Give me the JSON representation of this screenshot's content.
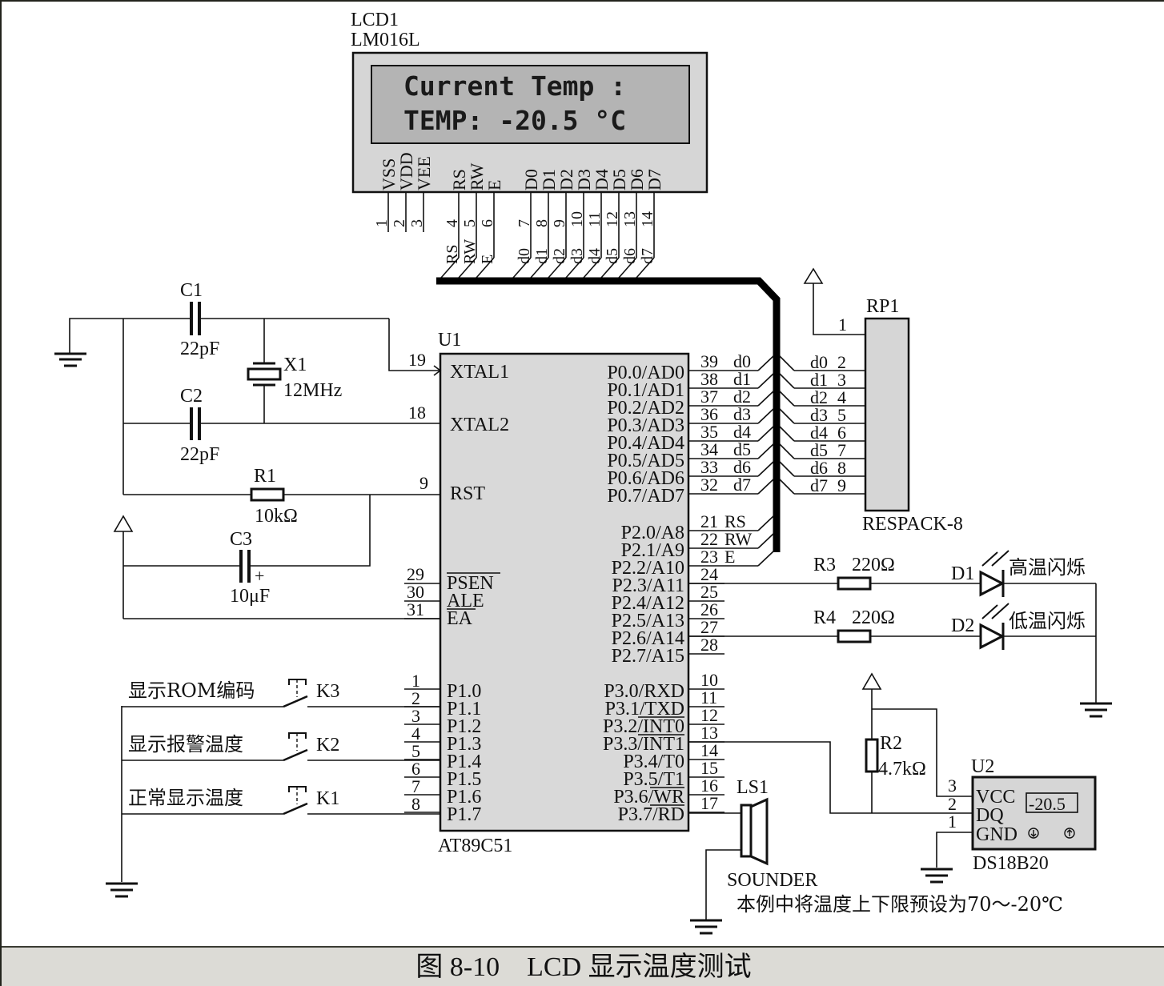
{
  "figure": {
    "caption": "图 8-10　LCD 显示温度测试",
    "note": "本例中将温度上下限预设为70～-20℃"
  },
  "lcd": {
    "ref": "LCD1",
    "model": "LM016L",
    "line1": "Current Temp :",
    "line2": "TEMP: -20.5 °C",
    "pins": [
      {
        "name": "VSS",
        "num": "1"
      },
      {
        "name": "VDD",
        "num": "2"
      },
      {
        "name": "VEE",
        "num": "3"
      },
      {
        "name": "RS",
        "num": "4",
        "net": "RS"
      },
      {
        "name": "RW",
        "num": "5",
        "net": "RW"
      },
      {
        "name": "E",
        "num": "6",
        "net": "E"
      },
      {
        "name": "D0",
        "num": "7",
        "net": "d0"
      },
      {
        "name": "D1",
        "num": "8",
        "net": "d1"
      },
      {
        "name": "D2",
        "num": "9",
        "net": "d2"
      },
      {
        "name": "D3",
        "num": "10",
        "net": "d3"
      },
      {
        "name": "D4",
        "num": "11",
        "net": "d4"
      },
      {
        "name": "D5",
        "num": "12",
        "net": "d5"
      },
      {
        "name": "D6",
        "num": "13",
        "net": "d6"
      },
      {
        "name": "D7",
        "num": "14",
        "net": "d7"
      }
    ]
  },
  "mcu": {
    "ref": "U1",
    "model": "AT89C51",
    "left_pins": [
      {
        "name": "XTAL1",
        "num": "19"
      },
      {
        "name": "XTAL2",
        "num": "18"
      },
      {
        "name": "RST",
        "num": "9"
      },
      {
        "name": "PSEN",
        "num": "29"
      },
      {
        "name": "ALE",
        "num": "30"
      },
      {
        "name": "EA",
        "num": "31"
      },
      {
        "name": "P1.0",
        "num": "1"
      },
      {
        "name": "P1.1",
        "num": "2"
      },
      {
        "name": "P1.2",
        "num": "3"
      },
      {
        "name": "P1.3",
        "num": "4"
      },
      {
        "name": "P1.4",
        "num": "5"
      },
      {
        "name": "P1.5",
        "num": "6"
      },
      {
        "name": "P1.6",
        "num": "7"
      },
      {
        "name": "P1.7",
        "num": "8"
      }
    ],
    "right_pins": [
      {
        "name": "P0.0/AD0",
        "num": "39",
        "net": "d0"
      },
      {
        "name": "P0.1/AD1",
        "num": "38",
        "net": "d1"
      },
      {
        "name": "P0.2/AD2",
        "num": "37",
        "net": "d2"
      },
      {
        "name": "P0.3/AD3",
        "num": "36",
        "net": "d3"
      },
      {
        "name": "P0.4/AD4",
        "num": "35",
        "net": "d4"
      },
      {
        "name": "P0.5/AD5",
        "num": "34",
        "net": "d5"
      },
      {
        "name": "P0.6/AD6",
        "num": "33",
        "net": "d6"
      },
      {
        "name": "P0.7/AD7",
        "num": "32",
        "net": "d7"
      },
      {
        "name": "P2.0/A8",
        "num": "21",
        "net": "RS"
      },
      {
        "name": "P2.1/A9",
        "num": "22",
        "net": "RW"
      },
      {
        "name": "P2.2/A10",
        "num": "23",
        "net": "E"
      },
      {
        "name": "P2.3/A11",
        "num": "24"
      },
      {
        "name": "P2.4/A12",
        "num": "25"
      },
      {
        "name": "P2.5/A13",
        "num": "26"
      },
      {
        "name": "P2.6/A14",
        "num": "27"
      },
      {
        "name": "P2.7/A15",
        "num": "28"
      },
      {
        "name": "P3.0/RXD",
        "num": "10"
      },
      {
        "name": "P3.1/TXD",
        "num": "11"
      },
      {
        "name": "P3.2/INT0",
        "num": "12"
      },
      {
        "name": "P3.3/INT1",
        "num": "13"
      },
      {
        "name": "P3.4/T0",
        "num": "14"
      },
      {
        "name": "P3.5/T1",
        "num": "15"
      },
      {
        "name": "P3.6/WR",
        "num": "16"
      },
      {
        "name": "P3.7/RD",
        "num": "17"
      }
    ]
  },
  "rpack": {
    "ref": "RP1",
    "model": "RESPACK-8",
    "pins": [
      {
        "num": "1"
      },
      {
        "num": "2",
        "net": "d0"
      },
      {
        "num": "3",
        "net": "d1"
      },
      {
        "num": "4",
        "net": "d2"
      },
      {
        "num": "5",
        "net": "d3"
      },
      {
        "num": "6",
        "net": "d4"
      },
      {
        "num": "7",
        "net": "d5"
      },
      {
        "num": "8",
        "net": "d6"
      },
      {
        "num": "9",
        "net": "d7"
      }
    ]
  },
  "components": {
    "c1": {
      "ref": "C1",
      "value": "22pF"
    },
    "c2": {
      "ref": "C2",
      "value": "22pF"
    },
    "c3": {
      "ref": "C3",
      "value": "10μF",
      "polarity": "+"
    },
    "x1": {
      "ref": "X1",
      "value": "12MHz"
    },
    "r1": {
      "ref": "R1",
      "value": "10kΩ"
    },
    "r2": {
      "ref": "R2",
      "value": "4.7kΩ"
    },
    "r3": {
      "ref": "R3",
      "value": "220Ω"
    },
    "r4": {
      "ref": "R4",
      "value": "220Ω"
    },
    "d1": {
      "ref": "D1",
      "label": "高温闪烁"
    },
    "d2": {
      "ref": "D2",
      "label": "低温闪烁"
    },
    "ls1": {
      "ref": "LS1",
      "model": "SOUNDER"
    },
    "k3": {
      "ref": "K3",
      "label": "显示ROM编码"
    },
    "k2": {
      "ref": "K2",
      "label": "显示报警温度"
    },
    "k1": {
      "ref": "K1",
      "label": "正常显示温度"
    }
  },
  "sensor": {
    "ref": "U2",
    "model": "DS18B20",
    "pins": [
      {
        "name": "VCC",
        "num": "3"
      },
      {
        "name": "DQ",
        "num": "2"
      },
      {
        "name": "GND",
        "num": "1"
      }
    ],
    "reading": "-20.5",
    "down_icon": "arrow-down-circle-icon",
    "up_icon": "arrow-up-circle-icon"
  }
}
